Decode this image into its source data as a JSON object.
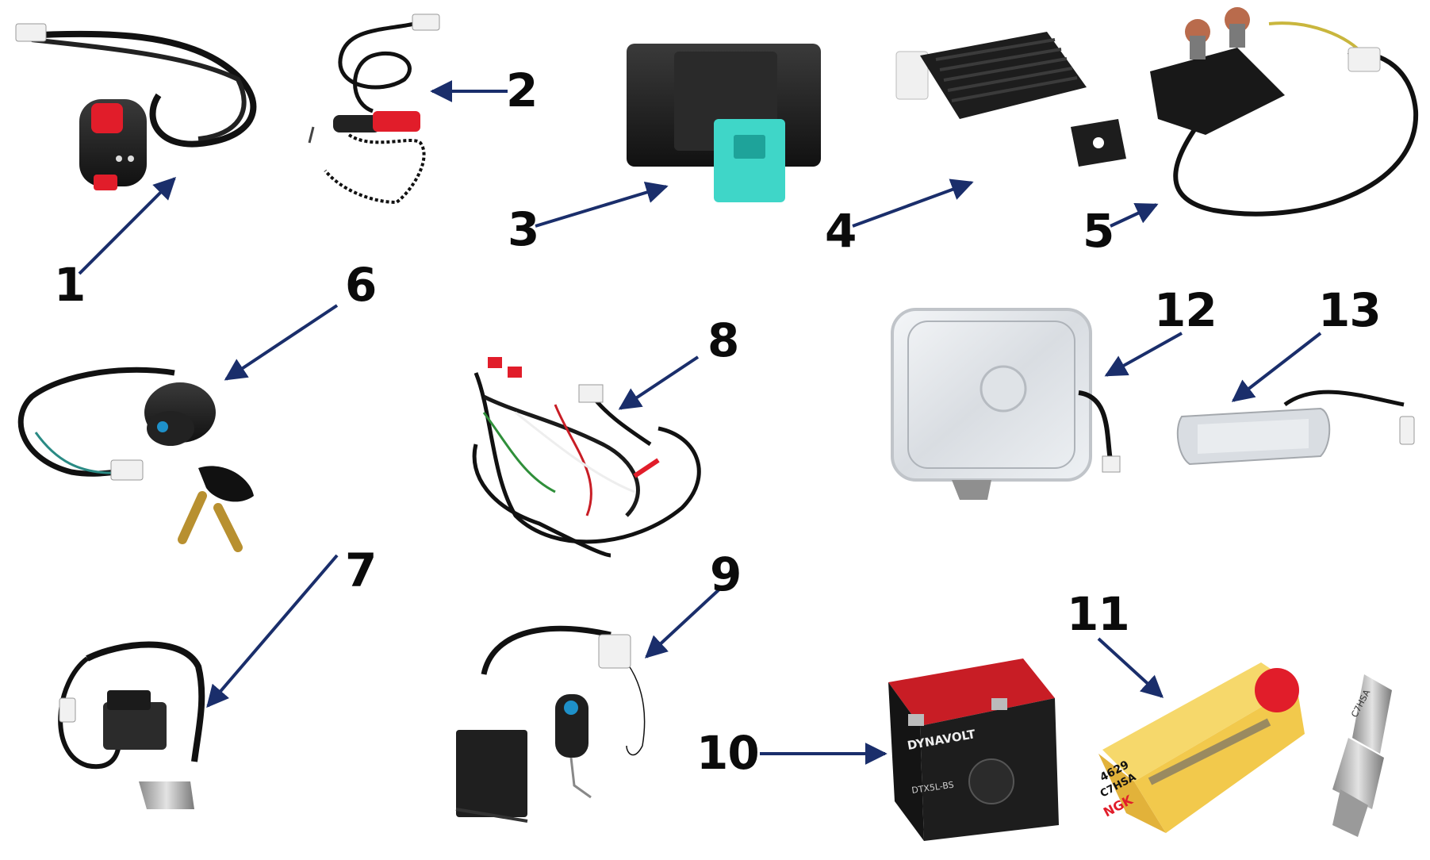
{
  "callouts": [
    {
      "id": "1",
      "label": "1"
    },
    {
      "id": "2",
      "label": "2"
    },
    {
      "id": "3",
      "label": "3"
    },
    {
      "id": "4",
      "label": "4"
    },
    {
      "id": "5",
      "label": "5"
    },
    {
      "id": "6",
      "label": "6"
    },
    {
      "id": "7",
      "label": "7"
    },
    {
      "id": "8",
      "label": "8"
    },
    {
      "id": "9",
      "label": "9"
    },
    {
      "id": "10",
      "label": "10"
    },
    {
      "id": "11",
      "label": "11"
    },
    {
      "id": "12",
      "label": "12"
    },
    {
      "id": "13",
      "label": "13"
    }
  ],
  "product_text": {
    "battery_brand": "DYNAVOLT",
    "battery_model": "DTX5L-BS",
    "spark_box_number": "4629",
    "spark_box_model": "C7HSA",
    "spark_box_brand": "NGK",
    "spark_plug_mark": "C7HSA"
  },
  "colors": {
    "arrow": "#1a2e6b",
    "label": "#0b0b0b",
    "cdi_connector": "#3fd6c8",
    "switch_red": "#e11d2a",
    "battery_red": "#c81d25",
    "ngk_yellow": "#f2c94c"
  }
}
